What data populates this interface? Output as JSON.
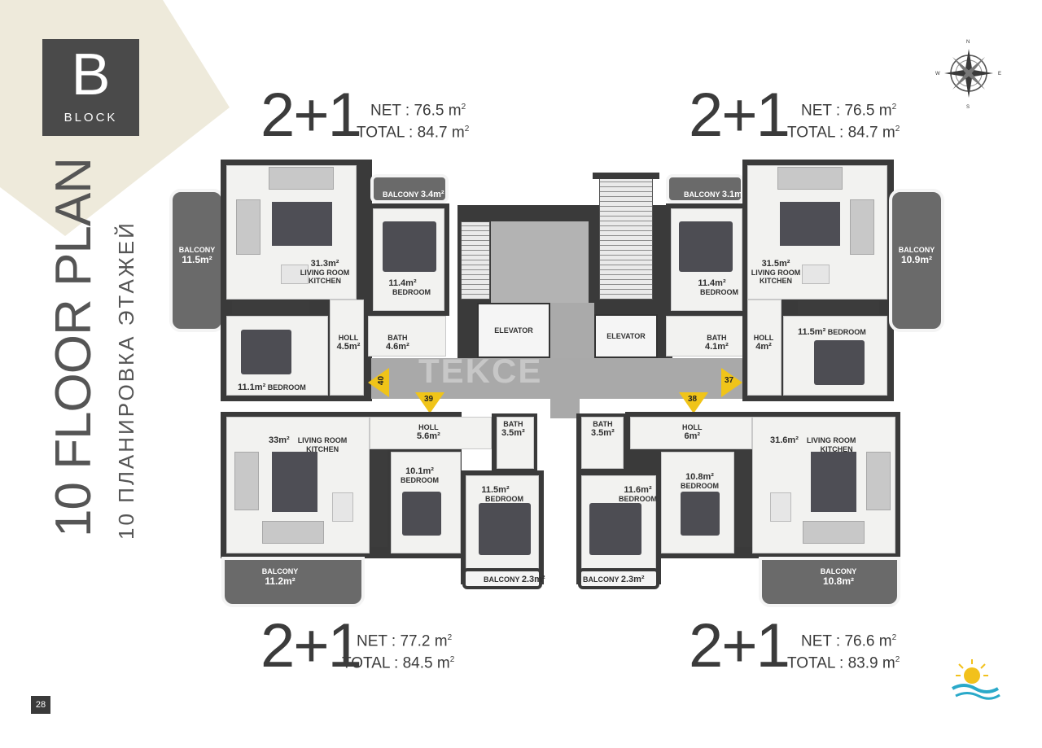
{
  "block": {
    "letter": "B",
    "word": "BLOCK"
  },
  "title_en": "10 FLOOR PLAN",
  "title_ru": "10 ПЛАНИРОВКА ЭТАЖЕЙ",
  "page_number": "28",
  "watermark": "TEKCE",
  "compass": {
    "n": "N",
    "s": "S",
    "e": "E",
    "w": "W"
  },
  "units": {
    "top_left": {
      "type": "2+1",
      "net": "NET : 76.5 m",
      "total": "TOTAL : 84.7 m",
      "sup": "2"
    },
    "top_right": {
      "type": "2+1",
      "net": "NET : 76.5 m",
      "total": "TOTAL : 84.7 m",
      "sup": "2"
    },
    "bottom_left": {
      "type": "2+1",
      "net": "NET : 77.2 m",
      "total": "TOTAL : 84.5 m",
      "sup": "2"
    },
    "bottom_right": {
      "type": "2+1",
      "net": "NET : 76.6 m",
      "total": "TOTAL : 83.9 m",
      "sup": "2"
    }
  },
  "rooms": {
    "tl_balcony_left": {
      "name": "BALCONY",
      "area": "11.5m²"
    },
    "tl_balcony_top": {
      "name": "BALCONY",
      "area": "3.4m²"
    },
    "tl_living": {
      "area": "31.3m²",
      "name": "LIVING ROOM",
      "name2": "KITCHEN"
    },
    "tl_bedroom1": {
      "area": "11.4m²",
      "name": "BEDROOM"
    },
    "tl_holl": {
      "name": "HOLL",
      "area": "4.5m²"
    },
    "tl_bath": {
      "name": "BATH",
      "area": "4.6m²"
    },
    "tl_bedroom2": {
      "area": "11.1m²",
      "name": "BEDROOM"
    },
    "tr_balcony_top": {
      "name": "BALCONY",
      "area": "3.1m²"
    },
    "tr_bedroom1": {
      "area": "11.4m²",
      "name": "BEDROOM"
    },
    "tr_living": {
      "area": "31.5m²",
      "name": "LIVING ROOM",
      "name2": "KITCHEN"
    },
    "tr_balcony_right": {
      "name": "BALCONY",
      "area": "10.9m²"
    },
    "tr_bath": {
      "name": "BATH",
      "area": "4.1m²"
    },
    "tr_holl": {
      "name": "HOLL",
      "area": "4m²"
    },
    "tr_bedroom2": {
      "area": "11.5m²",
      "name": "BEDROOM"
    },
    "bl_living": {
      "area": "33m²",
      "name": "LIVING ROOM",
      "name2": "KITCHEN"
    },
    "bl_holl": {
      "name": "HOLL",
      "area": "5.6m²"
    },
    "bl_bath": {
      "name": "BATH",
      "area": "3.5m²"
    },
    "bl_bedroom1": {
      "area": "10.1m²",
      "name": "BEDROOM"
    },
    "bl_bedroom2": {
      "area": "11.5m²",
      "name": "BEDROOM"
    },
    "bl_balcony_bottom": {
      "name": "BALCONY",
      "area": "11.2m²"
    },
    "bl_balcony_small": {
      "name": "BALCONY",
      "area": "2.3m²"
    },
    "br_bath": {
      "name": "BATH",
      "area": "3.5m²"
    },
    "br_holl": {
      "name": "HOLL",
      "area": "6m²"
    },
    "br_living": {
      "area": "31.6m²",
      "name": "LIVING ROOM",
      "name2": "KITCHEN"
    },
    "br_bedroom1": {
      "area": "10.8m²",
      "name": "BEDROOM"
    },
    "br_bedroom2": {
      "area": "11.6m²",
      "name": "BEDROOM"
    },
    "br_balcony_small": {
      "name": "BALCONY",
      "area": "2.3m²"
    },
    "br_balcony_bottom": {
      "name": "BALCONY",
      "area": "10.8m²"
    }
  },
  "elevators": [
    "ELEVATOR",
    "ELEVATOR"
  ],
  "door_numbers": {
    "d40": "40",
    "d39": "39",
    "d38": "38",
    "d37": "37"
  },
  "colors": {
    "badge": "#4a4a4a",
    "beige": "#eeeadb",
    "wall": "#3a3a3a",
    "balcony": "#6a6a6a",
    "door_marker": "#f0c419"
  }
}
